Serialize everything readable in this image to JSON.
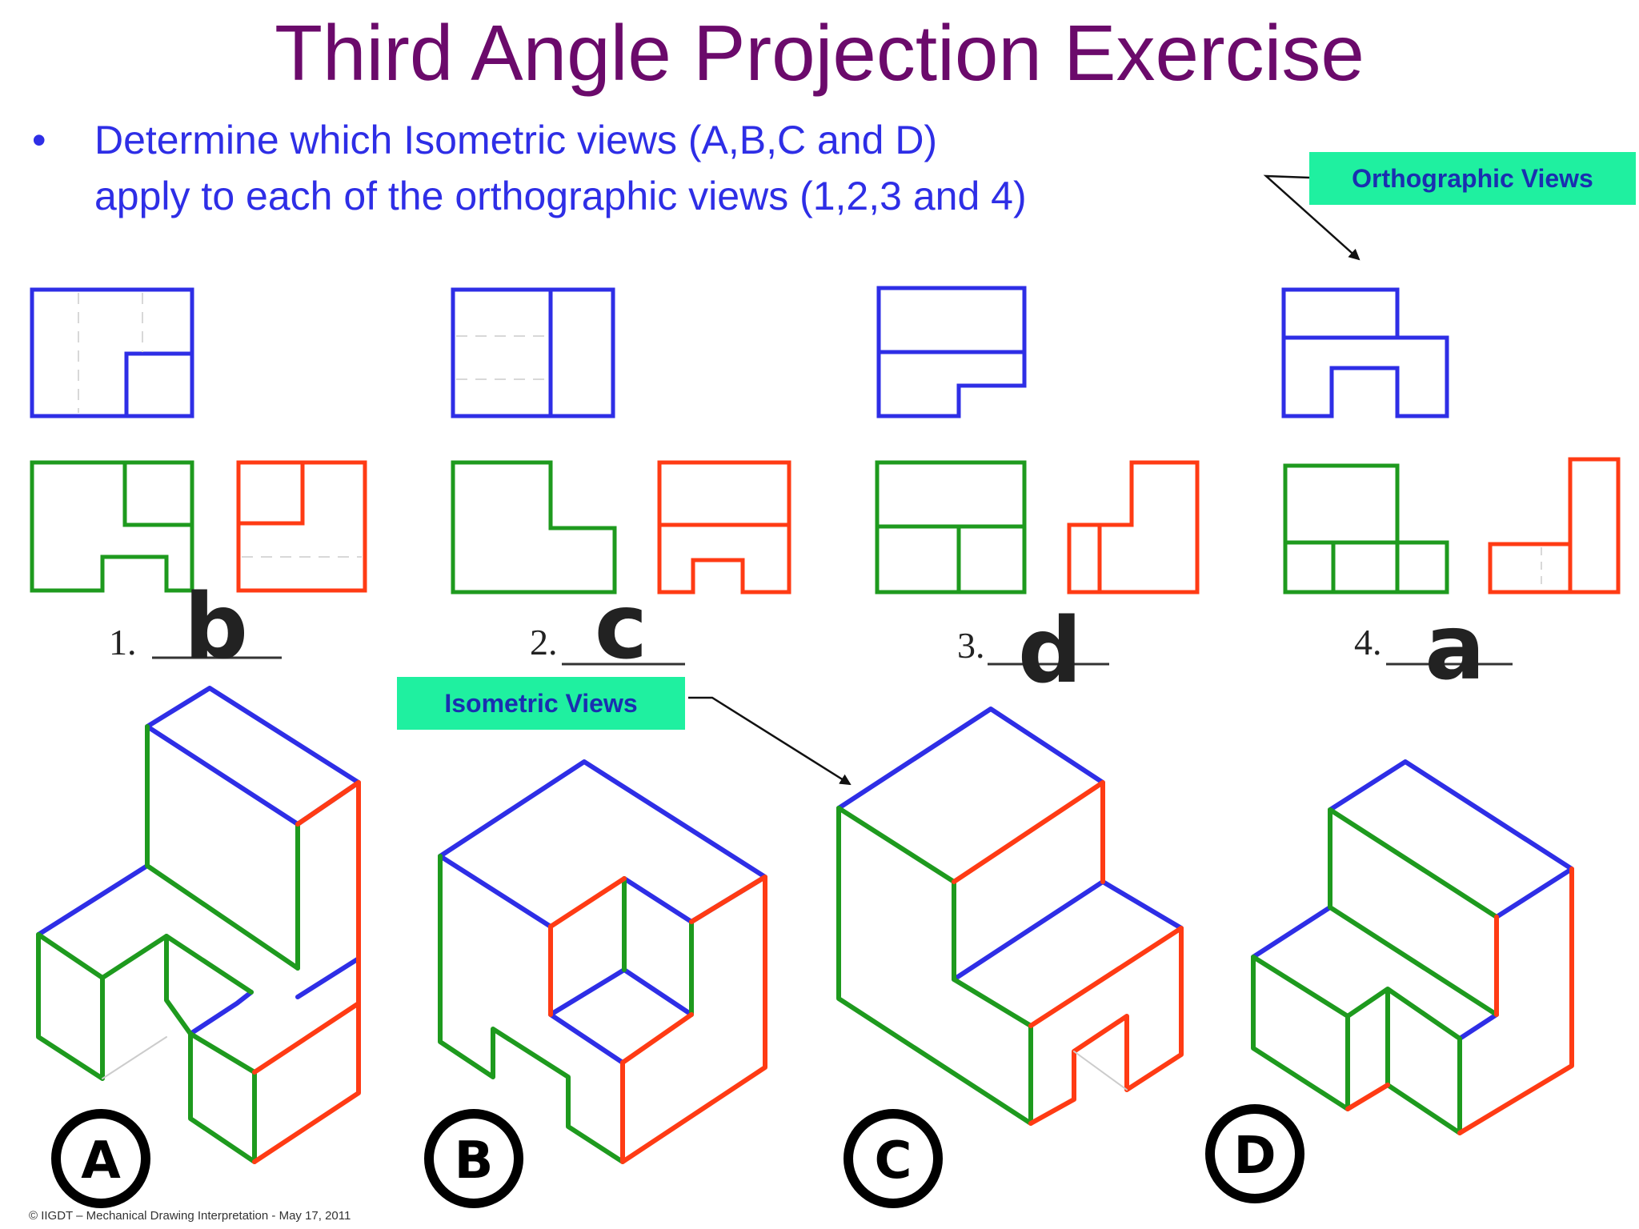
{
  "header": {
    "title": "Third Angle Projection Exercise",
    "bullet": "•",
    "instruction_line1": "Determine which Isometric views (A,B,C and D)",
    "instruction_line2": "apply to each of the orthographic views (1,2,3 and 4)"
  },
  "callouts": {
    "orthographic": "Orthographic Views",
    "isometric": "Isometric Views"
  },
  "orthographic_views": [
    {
      "number": "1.",
      "answer": "b"
    },
    {
      "number": "2.",
      "answer": "c"
    },
    {
      "number": "3.",
      "answer": "d"
    },
    {
      "number": "4.",
      "answer": "a"
    }
  ],
  "isometric_views": [
    {
      "label": "A"
    },
    {
      "label": "B"
    },
    {
      "label": "C"
    },
    {
      "label": "D"
    }
  ],
  "footer": "© IIGDT – Mechanical Drawing Interpretation - May 17, 2011",
  "colors": {
    "top_view": "#2e2ee6",
    "front_view": "#1e9a1e",
    "side_view": "#ff3b14",
    "callout_bg": "#1ff0a0",
    "title": "#6b0a6b"
  }
}
